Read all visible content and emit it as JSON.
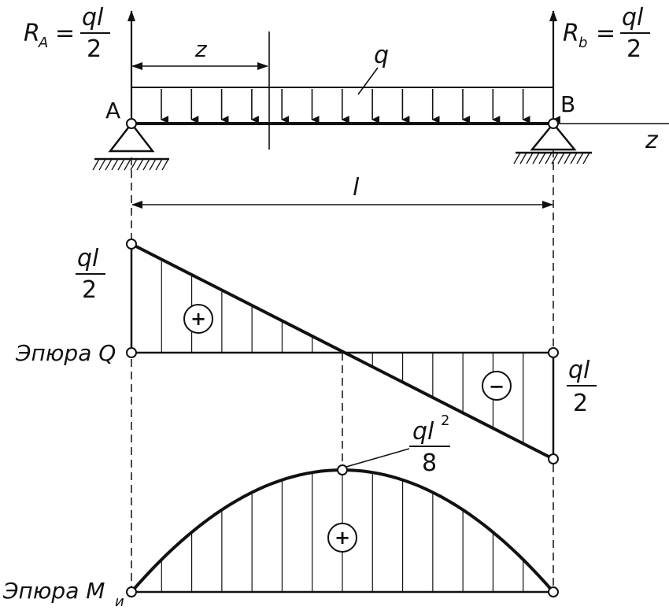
{
  "reaction_a": {
    "symbol": "R",
    "sub": "A",
    "eq": "=",
    "num": "ql",
    "den": "2"
  },
  "reaction_b": {
    "symbol": "R",
    "sub": "b",
    "eq": "=",
    "num": "ql",
    "den": "2"
  },
  "labels": {
    "support_a": "A",
    "support_b": "B",
    "load": "q",
    "z_top": "z",
    "axis_z": "z",
    "span": "l"
  },
  "shear": {
    "title": "Эпюра Q",
    "left_num": "ql",
    "left_den": "2",
    "right_num": "ql",
    "right_den": "2",
    "plus": "+",
    "minus": "−"
  },
  "moment": {
    "title_main": "Эпюра M",
    "title_sub": "и",
    "max_num": "ql",
    "max_exp": "2",
    "max_den": "8",
    "plus": "+"
  }
}
